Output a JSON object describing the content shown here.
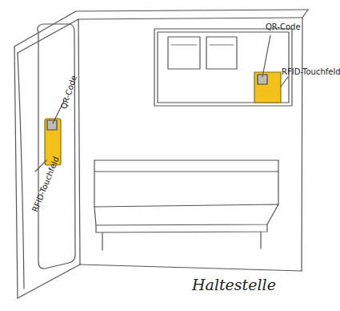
{
  "diagram": {
    "caption": "Haltestelle",
    "labels": [
      "QR-Code",
      "RFID-Touchfeld",
      "QR-Code",
      "RFID-Touchfeld"
    ]
  }
}
